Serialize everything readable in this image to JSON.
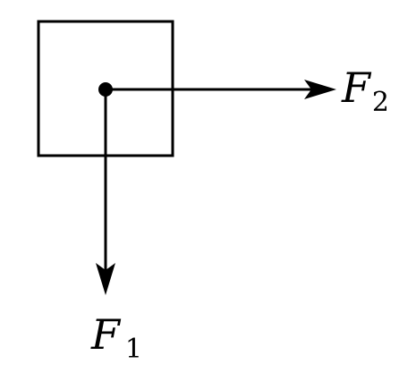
{
  "diagram": {
    "forces": [
      {
        "symbol": "F",
        "subscript": "1",
        "direction": "down"
      },
      {
        "symbol": "F",
        "subscript": "2",
        "direction": "right"
      }
    ],
    "colors": {
      "stroke": "#000000",
      "background": "#ffffff"
    }
  }
}
